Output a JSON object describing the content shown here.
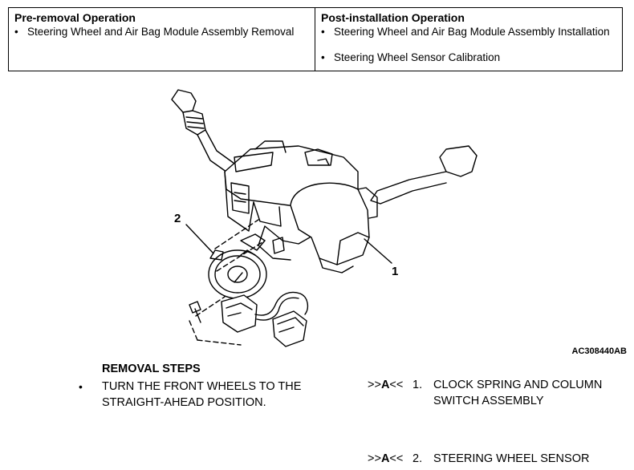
{
  "pre_removal": {
    "heading": "Pre-removal Operation",
    "items": [
      "Steering Wheel and Air Bag Module Assembly Removal"
    ]
  },
  "post_installation": {
    "heading": "Post-installation Operation",
    "items": [
      "Steering Wheel and Air Bag Module Assembly Installation",
      "Steering Wheel Sensor Calibration"
    ]
  },
  "figure": {
    "callouts": [
      "1",
      "2"
    ],
    "figure_id": "AC308440AB"
  },
  "removal": {
    "title": "REMOVAL STEPS",
    "bullet_symbol": "•",
    "bullet_text": "TURN THE FRONT WHEELS TO THE STRAIGHT-AHEAD POSITION.",
    "steps": [
      {
        "code_prefix": ">>",
        "code_letter": "A",
        "code_suffix": "<<",
        "number": "1.",
        "text_line1": "CLOCK SPRING AND COLUMN",
        "text_line2": "SWITCH ASSEMBLY"
      },
      {
        "code_prefix": ">>",
        "code_letter": "A",
        "code_suffix": "<<",
        "number": "2.",
        "text_line1": "STEERING WHEEL SENSOR",
        "text_line2": ""
      }
    ]
  }
}
